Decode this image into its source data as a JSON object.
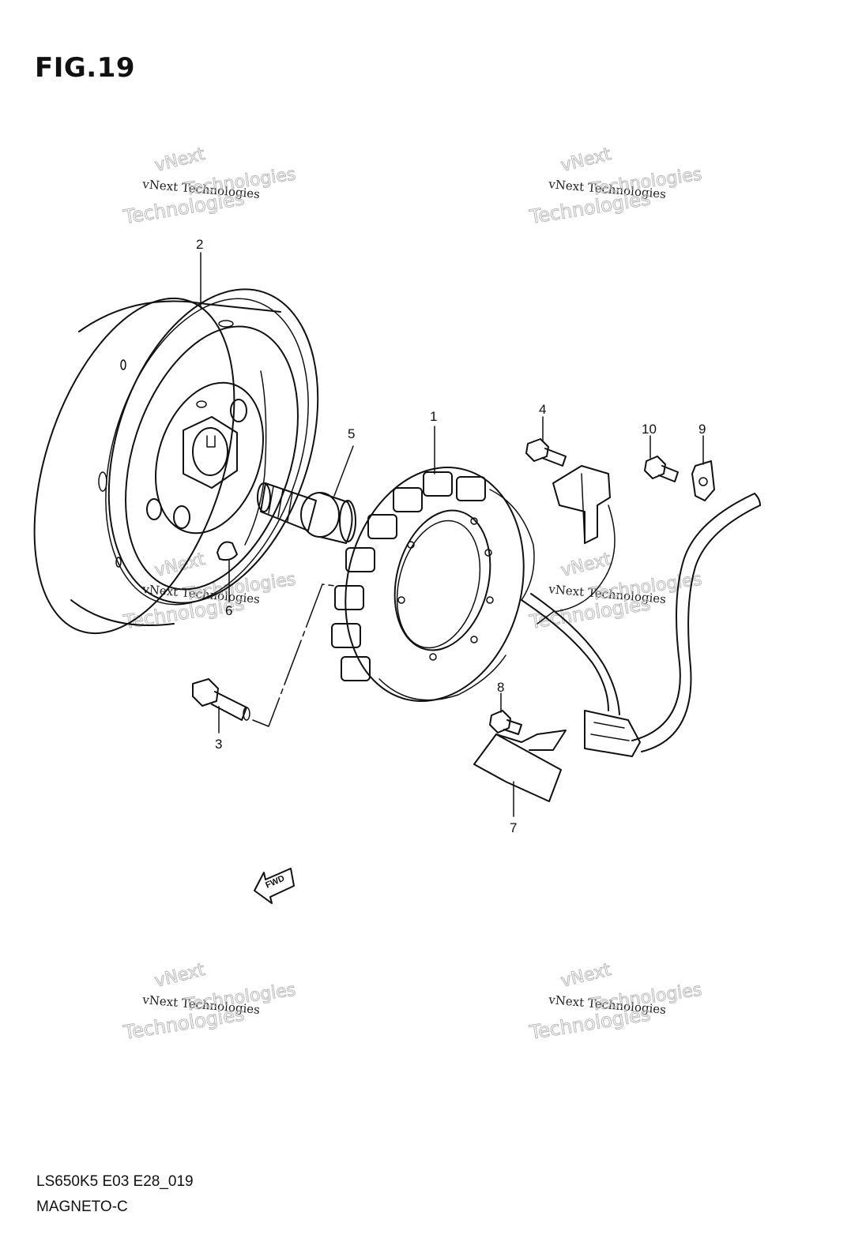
{
  "figure": {
    "title": "FIG.19",
    "code_line_1": "LS650K5 E03 E28_019",
    "code_line_2": "MAGNETO-C"
  },
  "watermark": {
    "line_a": "vNext Technologies",
    "line_b": "vNext",
    "line_c": "Technologies"
  },
  "fwd_label": "FWD",
  "callouts": [
    "1",
    "2",
    "3",
    "4",
    "5",
    "6",
    "7",
    "8",
    "9",
    "10"
  ]
}
